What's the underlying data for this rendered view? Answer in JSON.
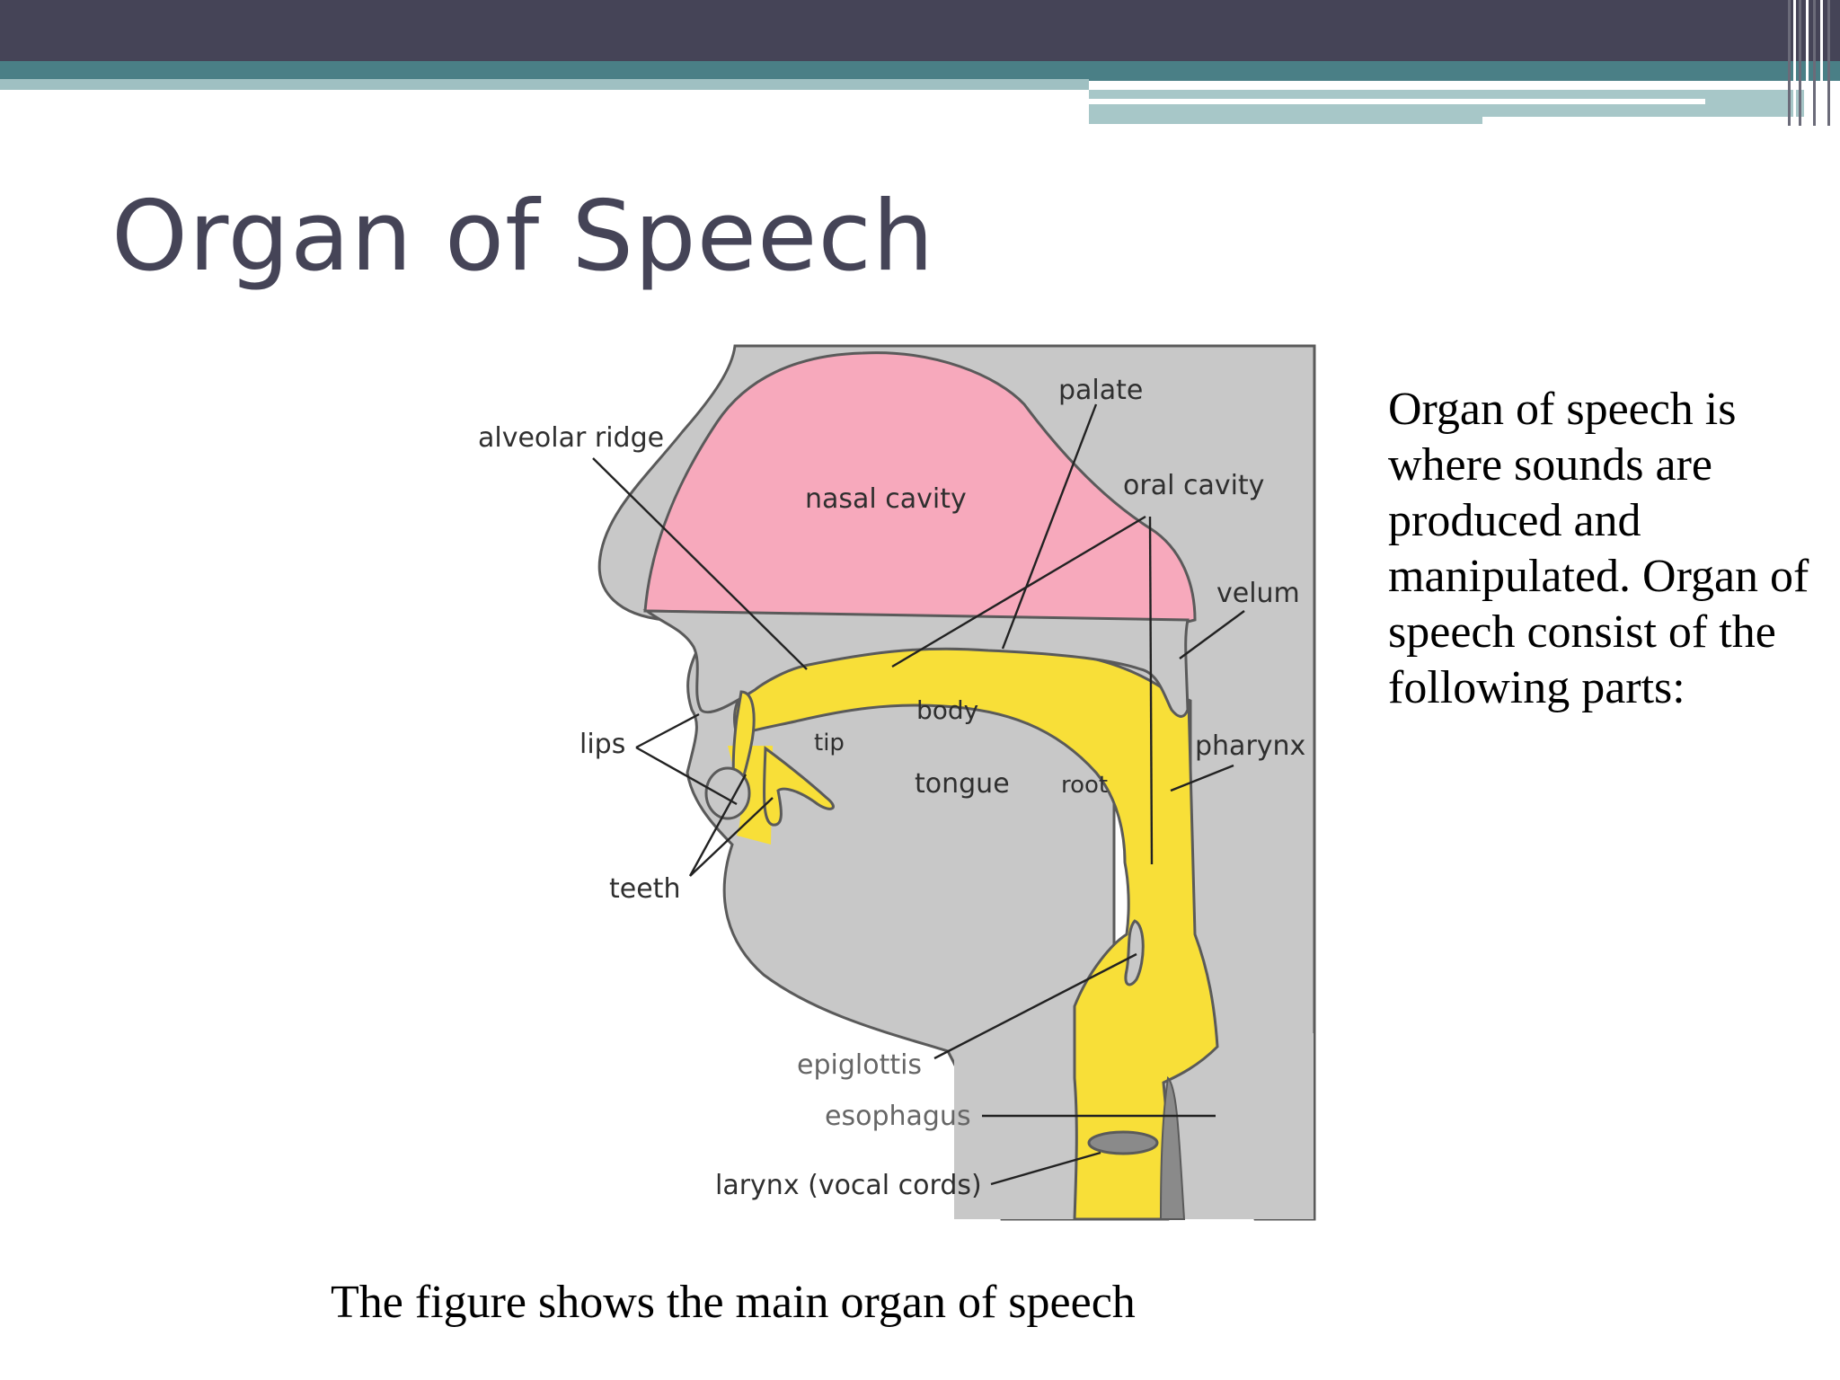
{
  "slide": {
    "title": "Organ of Speech",
    "side_text": "Organ of speech is where sounds are produced and manipulated. Organ of speech consist of the following parts:",
    "caption": "The figure shows the main organ of speech"
  },
  "diagram_labels": {
    "alveolar_ridge": "alveolar ridge",
    "palate": "palate",
    "nasal_cavity": "nasal cavity",
    "oral_cavity": "oral cavity",
    "velum": "velum",
    "lips": "lips",
    "tip": "tip",
    "body": "body",
    "tongue": "tongue",
    "root": "root",
    "pharynx": "pharynx",
    "teeth": "teeth",
    "epiglottis": "epiglottis",
    "esophagus": "esophagus",
    "larynx": "larynx (vocal cords)"
  },
  "colors": {
    "header_dark": "#454457",
    "header_teal": "#4a7f86",
    "diagram_gray": "#c8c8c8",
    "nasal_pink": "#f7a9bc",
    "tract_yellow": "#f8df38"
  }
}
